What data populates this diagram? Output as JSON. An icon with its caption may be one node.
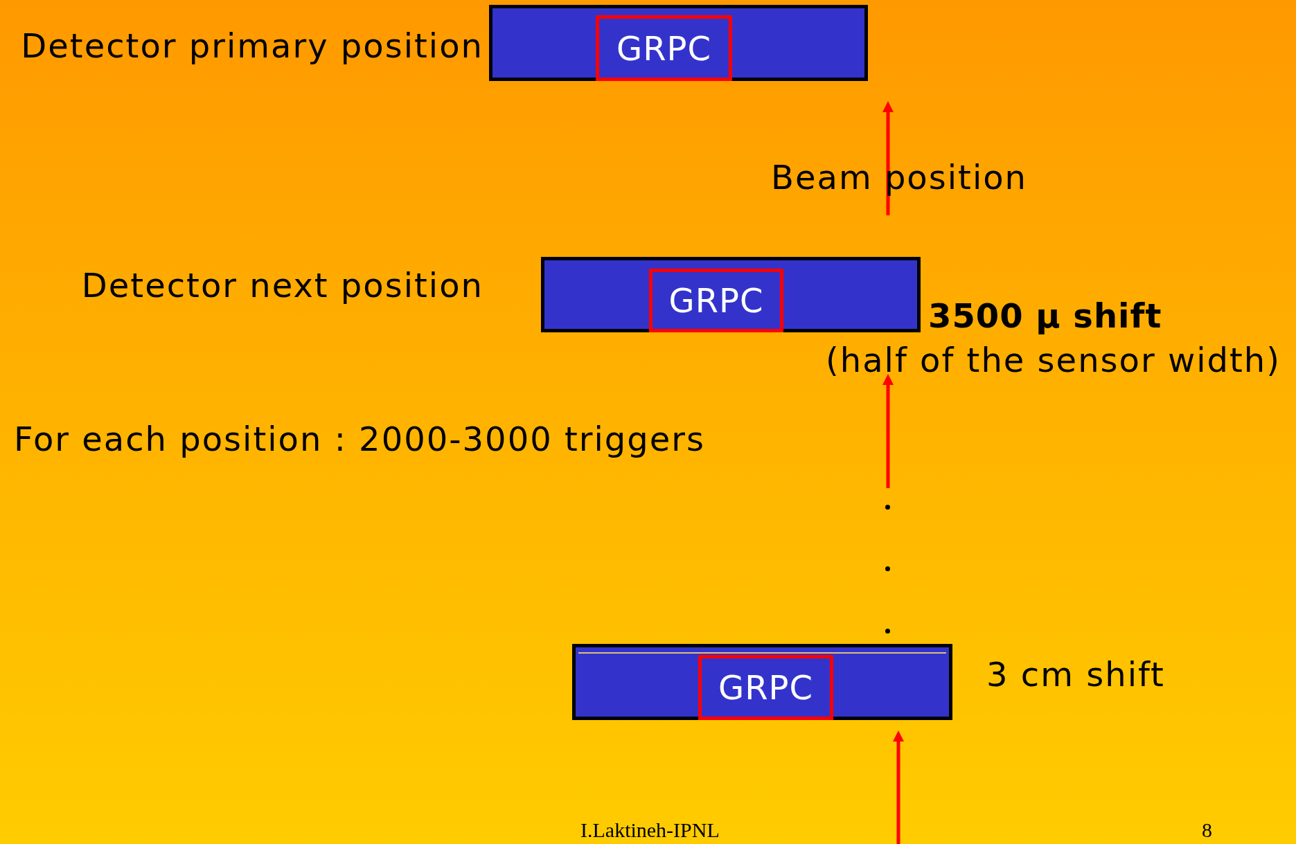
{
  "diagram": {
    "nodes": [
      {
        "text": [],
        "shape": "box",
        "beside": [
          "Detector primary position"
        ]
      },
      {
        "text": [
          "GRPC"
        ],
        "in": 0
      },
      {
        "text": [],
        "shape": "box",
        "beside": [
          "Detector next position"
        ]
      },
      {
        "text": [
          "GRPC"
        ],
        "in": 2
      },
      {
        "text": [],
        "shape": "box",
        "beside": [
          "3 cm shift"
        ]
      },
      {
        "text": [
          "GRPC"
        ],
        "in": 4
      }
    ],
    "edges": [],
    "labels": [
      "Beam position",
      "3500 μ shift",
      "(half of the sensor width)",
      "For each position : 2000-3000 triggers",
      "I.Laktineh-IPNL",
      "8"
    ]
  }
}
